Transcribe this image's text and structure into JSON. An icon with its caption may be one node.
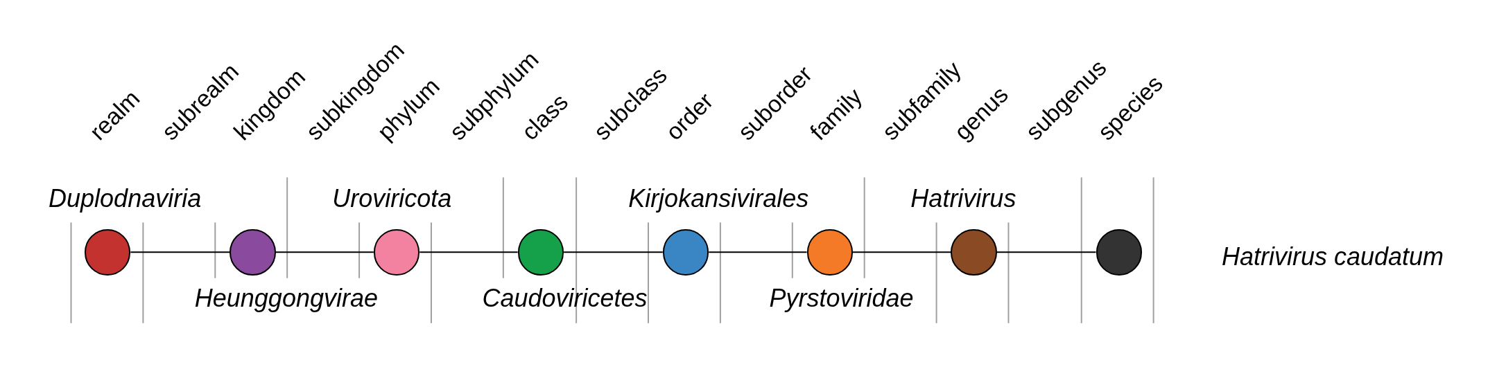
{
  "diagram": {
    "nodes": [
      {
        "text": [],
        "shape": "circle",
        "beside": [
          "Duplodnaviria"
        ]
      },
      {
        "text": [],
        "shape": "circle",
        "beside": [
          "Heunggongvirae"
        ]
      },
      {
        "text": [],
        "shape": "circle",
        "beside": [
          "Uroviricota"
        ]
      },
      {
        "text": [],
        "shape": "circle",
        "beside": [
          "Caudoviricetes"
        ]
      },
      {
        "text": [],
        "shape": "circle",
        "beside": [
          "Kirjokansivirales"
        ]
      },
      {
        "text": [],
        "shape": "circle",
        "beside": [
          "Pyrstoviridae"
        ]
      },
      {
        "text": [],
        "shape": "circle",
        "beside": [
          "Hatrivirus"
        ]
      },
      {
        "text": [],
        "shape": "circle",
        "beside": [
          "Hatrivirus caudatum"
        ]
      }
    ],
    "edges": [
      {
        "from": 0,
        "to": 1,
        "arrow": "none"
      },
      {
        "from": 1,
        "to": 2,
        "arrow": "none"
      },
      {
        "from": 2,
        "to": 3,
        "arrow": "none"
      },
      {
        "from": 3,
        "to": 4,
        "arrow": "none"
      },
      {
        "from": 4,
        "to": 5,
        "arrow": "none"
      },
      {
        "from": 5,
        "to": 6,
        "arrow": "none"
      },
      {
        "from": 6,
        "to": 7,
        "arrow": "none"
      }
    ],
    "labels": [
      "realm",
      "subrealm",
      "kingdom",
      "subkingdom",
      "phylum",
      "subphylum",
      "class",
      "subclass",
      "order",
      "suborder",
      "family",
      "subfamily",
      "genus",
      "subgenus",
      "species"
    ]
  }
}
